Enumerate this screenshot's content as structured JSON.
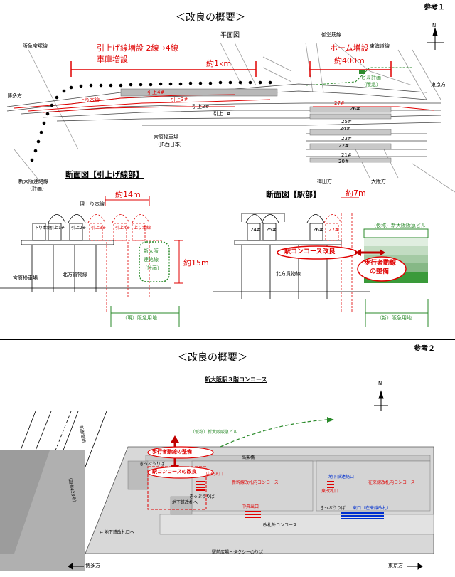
{
  "panel1": {
    "ref": "参考１",
    "title": "＜改良の概要＞",
    "plan_title": "平面図",
    "labels": {
      "hankyu_takarazuka": "阪急宝塚線",
      "gotoku": "御堂筋線",
      "tokaido": "東海道線",
      "siding_work_1": "引上げ線増設 2線→4線",
      "siding_work_2": "車庫増設",
      "platform_work": "ホーム増設",
      "len_1km": "約1km",
      "len_400m": "約400m",
      "building_plan": "ビル計画",
      "building_plan_sub": "（阪急）",
      "hakata": "博多方",
      "tokyo": "東京方",
      "up_main": "上り本線",
      "miyahara": "宮原操車場",
      "jr_west": "（JR西日本）",
      "shin_osaka_line": "新大阪連絡線",
      "plan_note": "（計画）",
      "umeda": "梅田方",
      "osaka": "大阪方",
      "north": "N"
    },
    "tracks": [
      "引上4#",
      "引上3#",
      "引上2#",
      "引上1#",
      "27#",
      "26#",
      "25#",
      "24#",
      "23#",
      "22#",
      "21#",
      "20#"
    ],
    "section_a": {
      "title": "断面図【引上げ線部】",
      "width": "約14m",
      "height": "約15m",
      "current_up": "現上り本線",
      "boxes": [
        "下り本線",
        "引上1#",
        "引上2#",
        "引上3#",
        "引上4#",
        "上り本線"
      ],
      "shin_osaka_box": [
        "新大阪",
        "連絡線",
        "（計画）"
      ],
      "miyahara_yard": "宮原操車場",
      "kitakata": "北方貨物線",
      "land": "（現）阪急用地"
    },
    "section_b": {
      "title": "断面図【駅部】",
      "width": "約7m",
      "boxes": [
        "24#",
        "25#",
        "26#",
        "27#"
      ],
      "concourse": "駅コンコース改良",
      "walkway_1": "歩行者動線",
      "walkway_2": "の整備",
      "building": "（仮称）新大阪阪急ビル",
      "kitakata": "北方貨物線",
      "land": "（新）阪急用地"
    }
  },
  "panel2": {
    "ref": "参考２",
    "title": "＜改良の概要＞",
    "floor_title": "新大阪駅３階コンコース",
    "labels": {
      "north": "N",
      "building": "（仮称）新大阪阪急ビル",
      "walkway": "歩行者動線の整備",
      "concourse": "駅コンコースの改良",
      "shinkansen": "新幹線改札内コンコース",
      "zairai": "在来線改札内コンコース",
      "outside": "改札外コンコース",
      "central_exit": "中央出口",
      "central_entrance": "中央入口",
      "east_exit": "東口（在来線改札）",
      "east": "東改札口",
      "subway_transfer": "地下鉄連絡口",
      "subway_to": "地下鉄改札へ",
      "subway_to2": "← 地下鉄改札口へ",
      "ticket": "きっぷうりば",
      "ticket2": "きっぷうりば",
      "ticket3": "きっぷうりば",
      "elevated": "高架橋",
      "plaza": "駅前広場・タクシーのりば",
      "hakata": "博多方",
      "tokyo": "東京方",
      "shinmido": "新御堂筋",
      "road2": "（国道423号）"
    }
  }
}
